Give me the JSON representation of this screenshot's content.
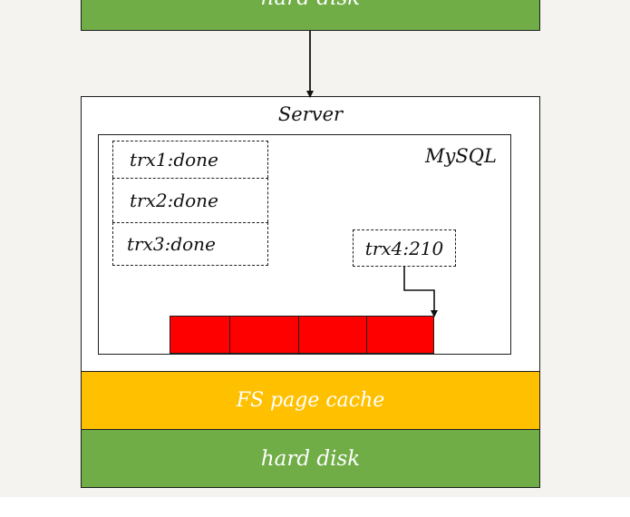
{
  "top_disk": {
    "label": "hard disk"
  },
  "server": {
    "label": "Server"
  },
  "mysql": {
    "label": "MySQL"
  },
  "transactions": {
    "trx1": "trx1:done",
    "trx2": "trx2:done",
    "trx3": "trx3:done",
    "trx4": "trx4:210"
  },
  "buffer": {
    "cells": 4,
    "color": "#ff0000"
  },
  "fs_cache": {
    "label": "FS page cache",
    "color": "#ffc000"
  },
  "bottom_disk": {
    "label": "hard disk",
    "color": "#70ad47"
  }
}
